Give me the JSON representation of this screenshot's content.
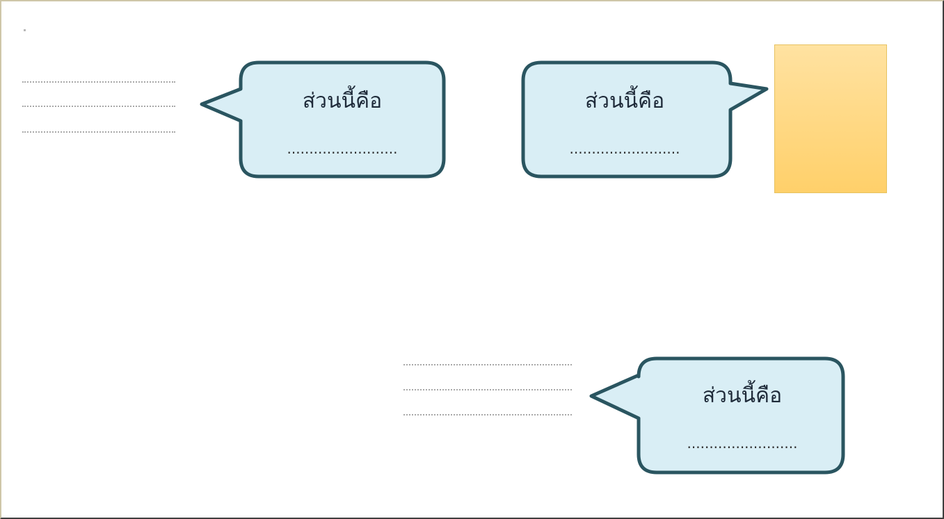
{
  "callouts": [
    {
      "title": "ส่วนนี้คือ",
      "blank": "........................."
    },
    {
      "title": "ส่วนนี้คือ",
      "blank": "........................."
    },
    {
      "title": "ส่วนนี้คือ",
      "blank": "........................."
    }
  ],
  "colors": {
    "bubble_fill": "#d9eef5",
    "bubble_stroke": "#2a5560",
    "box_fill": "#ffd777",
    "box_stroke": "#e6c261",
    "dotted_line": "#a8a8a8"
  }
}
